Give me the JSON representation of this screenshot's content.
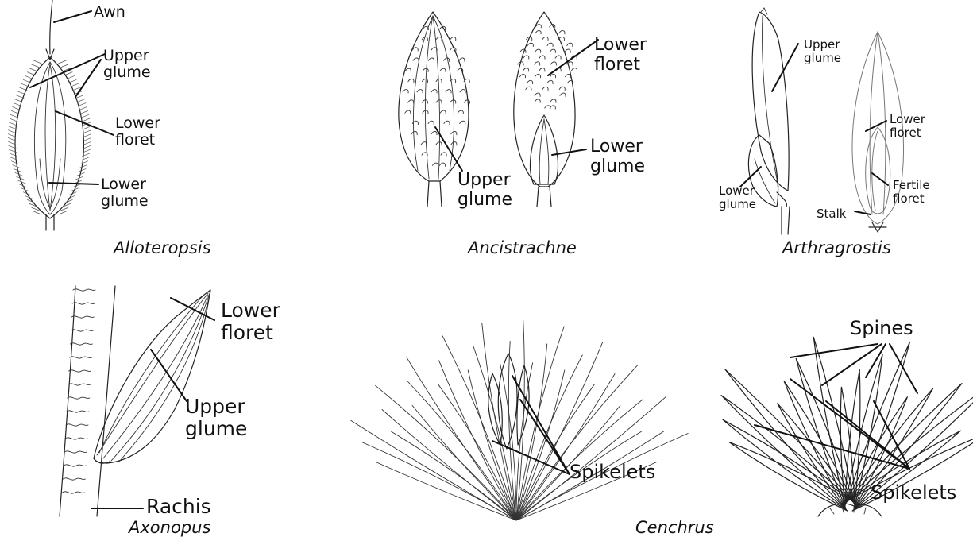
{
  "panels": {
    "alloteropsis": {
      "caption": "Alloteropsis",
      "labels": {
        "awn": "Awn",
        "upper_glume": "Upper\nglume",
        "lower_floret": "Lower\nfloret",
        "lower_glume": "Lower\nglume"
      }
    },
    "ancistrachne": {
      "caption": "Ancistrachne",
      "labels": {
        "lower_floret": "Lower\nfloret",
        "lower_glume": "Lower\nglume",
        "upper_glume": "Upper\nglume"
      }
    },
    "arthragrostis": {
      "caption": "Arthragrostis",
      "labels": {
        "upper_glume": "Upper\nglume",
        "lower_floret": "Lower\nfloret",
        "fertile_floret": "Fertile\nfloret",
        "lower_glume": "Lower\nglume",
        "stalk": "Stalk"
      }
    },
    "axonopus": {
      "caption": "Axonopus",
      "labels": {
        "lower_floret": "Lower\nfloret",
        "upper_glume": "Upper\nglume",
        "rachis": "Rachis"
      }
    },
    "cenchrus": {
      "caption": "Cenchrus",
      "labels": {
        "spikelets_left": "Spikelets",
        "spines": "Spines",
        "spikelets_right": "Spikelets"
      }
    }
  },
  "colors": {
    "ink": "#111111",
    "background": "#ffffff"
  }
}
